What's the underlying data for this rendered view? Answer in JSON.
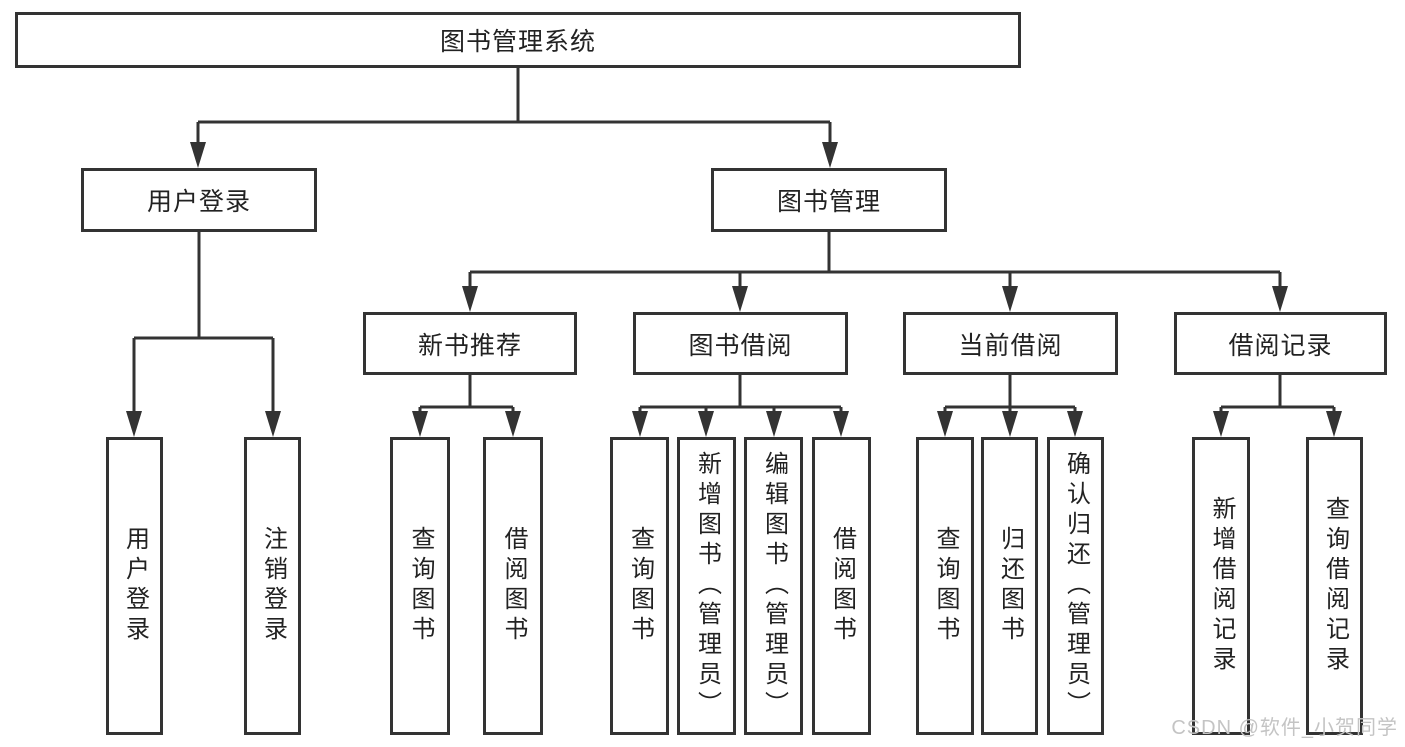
{
  "diagram_title": "图书管理系统",
  "nodes": {
    "root": "图书管理系统",
    "level2": {
      "user_login": "用户登录",
      "book_management": "图书管理"
    },
    "level3": {
      "new_book_recommend": "新书推荐",
      "book_borrow": "图书借阅",
      "current_borrow": "当前借阅",
      "borrow_records": "借阅记录"
    },
    "level4": {
      "user_login_leaf": "用户登录",
      "user_logout": "注销登录",
      "query_books_a": "查询图书",
      "borrow_books_a": "借阅图书",
      "query_books_b": "查询图书",
      "add_books_admin": "新增图书（管理员）",
      "edit_books_admin": "编辑图书（管理员）",
      "borrow_books_b": "借阅图书",
      "query_books_c": "查询图书",
      "return_books": "归还图书",
      "confirm_return_admin": "确认归还（管理员）",
      "add_borrow_record": "新增借阅记录",
      "query_borrow_record": "查询借阅记录"
    }
  },
  "watermark": "CSDN @软件_小贺同学",
  "colors": {
    "line": "#333333",
    "text": "#222222",
    "background": "#ffffff",
    "watermark": "#c4c4c4"
  }
}
